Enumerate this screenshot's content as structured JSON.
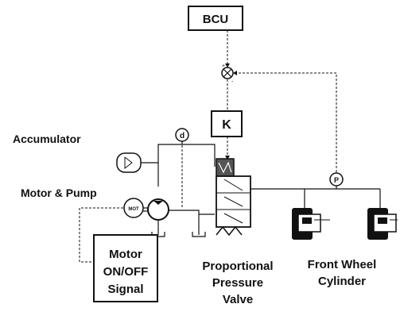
{
  "blocks": {
    "bcu": "BCU",
    "gain": "K",
    "motor_signal": [
      "Motor",
      "ON/OFF",
      "Signal"
    ]
  },
  "labels": {
    "accumulator": "Accumulator",
    "motor_pump": "Motor & Pump",
    "valve": [
      "Proportional",
      "Pressure",
      "Valve"
    ],
    "cylinder": [
      "Front Wheel",
      "Cylinder"
    ]
  },
  "symbols": {
    "pressure_sensor_left": "d",
    "pressure_sensor_right": "P",
    "motor": "MOT"
  },
  "colors": {
    "line": "#111111",
    "background": "#ffffff"
  }
}
